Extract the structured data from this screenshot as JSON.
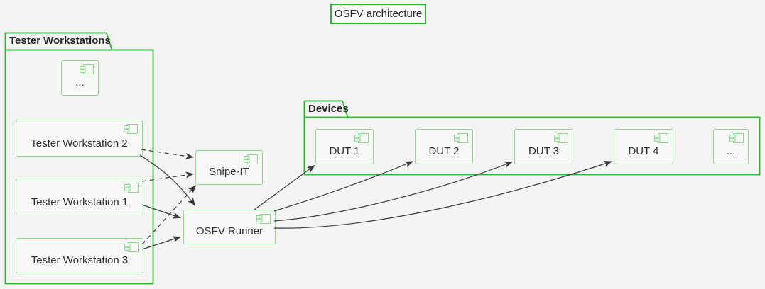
{
  "title": {
    "label": "OSFV architecture"
  },
  "packages": {
    "tester_workstations": {
      "label": "Tester Workstations"
    },
    "devices": {
      "label": "Devices"
    }
  },
  "nodes": {
    "ws_more": {
      "label": "...",
      "icon": "component-icon"
    },
    "tw2": {
      "label": "Tester Workstation 2",
      "icon": "component-icon"
    },
    "tw1": {
      "label": "Tester Workstation 1",
      "icon": "component-icon"
    },
    "tw3": {
      "label": "Tester Workstation 3",
      "icon": "component-icon"
    },
    "snipe_it": {
      "label": "Snipe-IT",
      "icon": "component-icon"
    },
    "osfv_runner": {
      "label": "OSFV Runner",
      "icon": "component-icon"
    },
    "dut1": {
      "label": "DUT 1",
      "icon": "component-icon"
    },
    "dut2": {
      "label": "DUT 2",
      "icon": "component-icon"
    },
    "dut3": {
      "label": "DUT 3",
      "icon": "component-icon"
    },
    "dut4": {
      "label": "DUT 4",
      "icon": "component-icon"
    },
    "dut_more": {
      "label": "...",
      "icon": "component-icon"
    }
  },
  "edges": [
    {
      "from": "Tester Workstation 2",
      "to": "Snipe-IT",
      "style": "dashed"
    },
    {
      "from": "Tester Workstation 1",
      "to": "Snipe-IT",
      "style": "dashed"
    },
    {
      "from": "Tester Workstation 3",
      "to": "Snipe-IT",
      "style": "dashed"
    },
    {
      "from": "Tester Workstation 2",
      "to": "OSFV Runner",
      "style": "solid"
    },
    {
      "from": "Tester Workstation 1",
      "to": "OSFV Runner",
      "style": "solid"
    },
    {
      "from": "Tester Workstation 3",
      "to": "OSFV Runner",
      "style": "solid"
    },
    {
      "from": "OSFV Runner",
      "to": "DUT 1",
      "style": "solid"
    },
    {
      "from": "OSFV Runner",
      "to": "DUT 2",
      "style": "solid"
    },
    {
      "from": "OSFV Runner",
      "to": "DUT 3",
      "style": "solid"
    },
    {
      "from": "OSFV Runner",
      "to": "DUT 4",
      "style": "solid"
    }
  ],
  "colors": {
    "package_border": "#2bb52b",
    "component_border": "#8cd98c",
    "arrow": "#3a3a3a",
    "text": "#2e2e2e",
    "background": "#f4f4f4"
  }
}
